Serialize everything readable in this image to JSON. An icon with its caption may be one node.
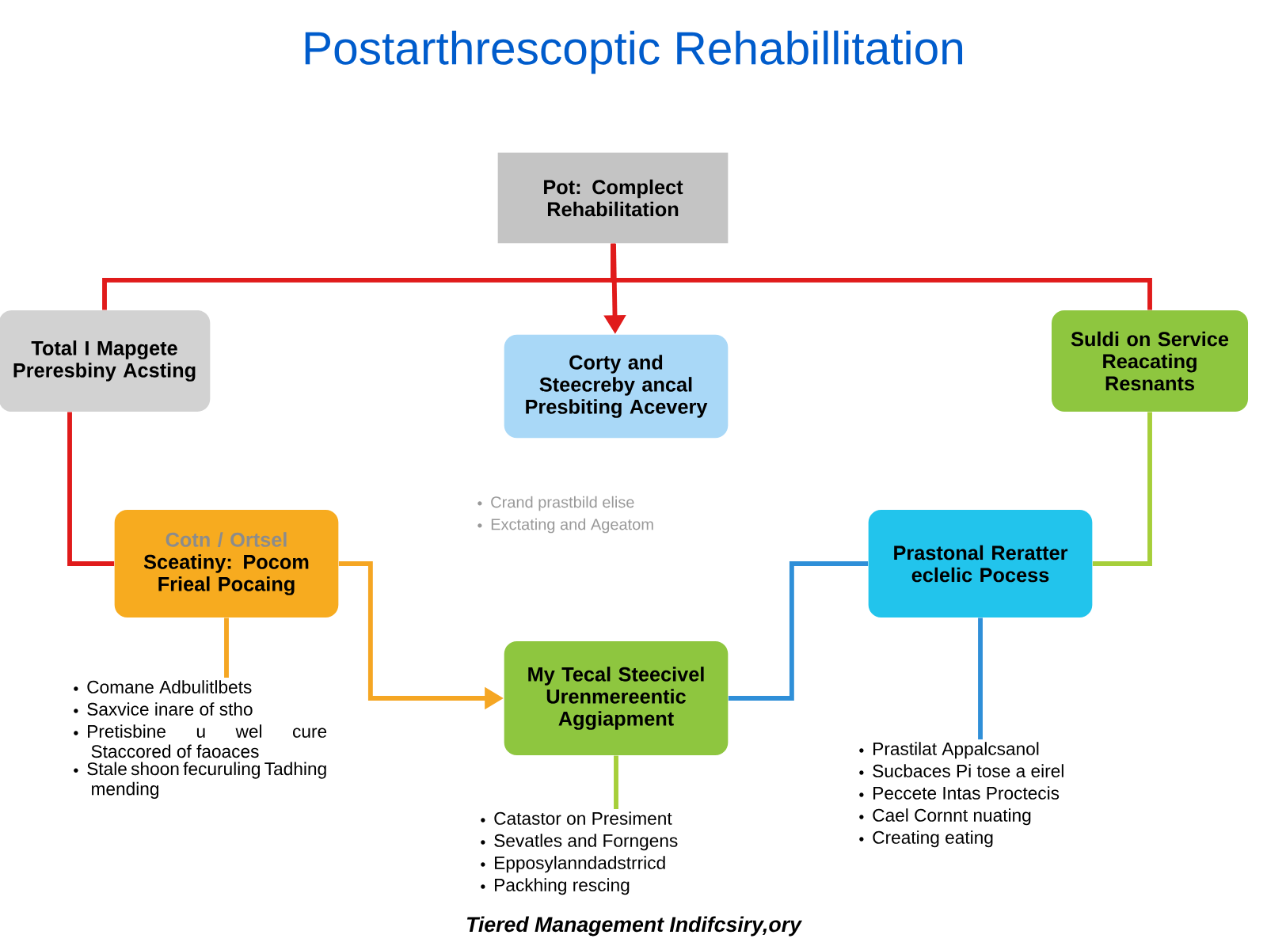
{
  "diagram": {
    "title": "Postarthrescoptic Rehabillitation",
    "caption": "Tiered Management Indifcsiry,ory",
    "nodes": [
      {
        "text": [
          "Pot: Complect Rehabilitation"
        ]
      },
      {
        "text": [
          "Total I Mapgete Preresbiny Acsting"
        ]
      },
      {
        "text": [
          "Corty and Steecreby ancal Presbiting Acevery"
        ]
      },
      {
        "text": [
          "Suldi on Service Reacating Resnants"
        ]
      },
      {
        "text": [
          "Cotn / Ortsel",
          "Sceatiny: Pocom Frieal Pocaing"
        ]
      },
      {
        "text": [
          "My Tecal Steecivel Urenmereentic Aggiapment"
        ]
      },
      {
        "text": [
          "Prastonal Reratter eclelic Pocess"
        ]
      },
      {
        "text": [
          "Comane Adbulitlbets",
          "Saxvice inare of stho",
          "Pretisbine u wel cure Staccored of faoaces",
          "Stale shoon fecuruling Tadhing mending"
        ]
      },
      {
        "text": [
          "Catastor on Presiment",
          "Sevatles and Forngens",
          "Epposylanndadstrricd",
          "Packhing rescing"
        ]
      },
      {
        "text": [
          "Prastilat Appalcsanol",
          "Sucbaces Pi tose a eirel",
          "Peccete Intas Proctecis",
          "Cael Cornnt nuating",
          "Creating eating"
        ]
      }
    ],
    "edges": [
      {
        "from": 0,
        "to": 2,
        "arrow": "to",
        "color": "#e01b1b"
      },
      {
        "from": 0,
        "to": 1,
        "arrow": "none",
        "color": "#e01b1b"
      },
      {
        "from": 0,
        "to": 3,
        "arrow": "none",
        "color": "#e01b1b"
      },
      {
        "from": 1,
        "to": 4,
        "arrow": "none",
        "color": "#e01b1b"
      },
      {
        "from": 4,
        "to": 5,
        "arrow": "to",
        "color": "#f5a623"
      },
      {
        "from": 5,
        "to": 6,
        "arrow": "none",
        "color": "#2f8fd8"
      },
      {
        "from": 3,
        "to": 6,
        "arrow": "none",
        "color": "#a6cf3a"
      },
      {
        "from": 4,
        "to": 7,
        "arrow": "none",
        "color": "#f5a623"
      },
      {
        "from": 5,
        "to": 8,
        "arrow": "none",
        "color": "#a6cf3a"
      },
      {
        "from": 6,
        "to": 9,
        "arrow": "none",
        "color": "#2f8fd8"
      }
    ],
    "labels": [
      "Crand prastbild elise",
      "Exctating and Ageatom"
    ]
  }
}
